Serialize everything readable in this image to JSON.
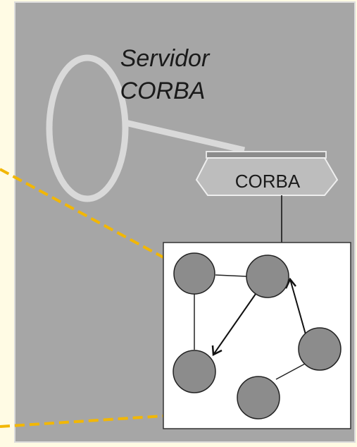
{
  "server_label": {
    "line1": "Servidor",
    "line2": "CORBA"
  },
  "orb_label": "CORBA",
  "colors": {
    "page_background": "#fffbe4",
    "server_panel": "#a6a6a6",
    "panel_border": "#dcdcdc",
    "magnifier_outline": "#d9d9d9",
    "orb_fill": "#bdbdbd",
    "inset_background": "#ffffff",
    "object_node": "#8c8c8c",
    "projection_lines": "#f2b705"
  },
  "icons": {
    "magnifier": "magnifier-icon"
  }
}
